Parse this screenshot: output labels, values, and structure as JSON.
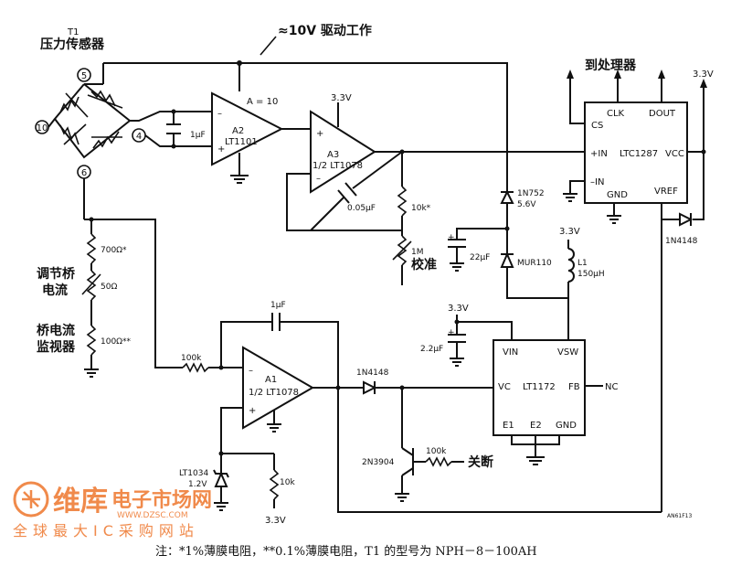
{
  "header": {
    "t1_ref": "T1",
    "t1_name": "压力传感器",
    "drive_label": "≈10V 驱动工作",
    "processor_label": "到处理器"
  },
  "bridge": {
    "nodes": [
      "5",
      "10",
      "4",
      "6"
    ]
  },
  "amplifiers": {
    "a2_gain": "A = 10",
    "a2_ref": "A2",
    "a2_part": "LT1101",
    "a3_ref": "A3",
    "a3_part": "1/2 LT1078",
    "a1_ref": "A1",
    "a1_part": "1/2 LT1078"
  },
  "adc": {
    "part": "LTC1287",
    "cs": "CS",
    "clk": "CLK",
    "dout": "DOUT",
    "in_plus": "+IN",
    "in_minus": "–IN",
    "gnd": "GND",
    "vcc": "VCC",
    "vref": "VREF"
  },
  "regulator": {
    "part": "LT1172",
    "vin": "VIN",
    "vsw": "VSW",
    "vc": "VC",
    "fb": "FB",
    "nc": "NC",
    "e1": "E1",
    "e2": "E2",
    "gnd": "GND"
  },
  "components": {
    "c_1uf_a": "1μF",
    "c_005uf": "0.05μF",
    "r_10k_star": "10k*",
    "r_1m": "1M",
    "calibrate": "校准",
    "d_1n752": "1N752",
    "d_1n752_v": "5.6V",
    "d_mur110": "MUR110",
    "c_22uf": "22μF",
    "l1_ref": "L1",
    "l1_val": "150μH",
    "d_1n4148_top": "1N4148",
    "r_700": "700Ω*",
    "r_50": "50Ω",
    "r_100": "100Ω**",
    "adjust_bridge": "调节桥",
    "adjust_bridge2": "电流",
    "monitor_bridge": "桥电流",
    "monitor_bridge2": "监视器",
    "c_1uf_b": "1μF",
    "r_100k_a": "100k",
    "c_22uf_b": "2.2μF",
    "d_1n4148_mid": "1N4148",
    "q_2n3904": "2N3904",
    "r_100k_b": "100k",
    "shutdown": "关断",
    "d_lt1034": "LT1034",
    "d_lt1034_v": "1.2V",
    "r_10k_b": "10k",
    "supply_33": "3.3V",
    "doc_code": "AN61F13"
  },
  "footnote": "注：*1%薄膜电阻，**0.1%薄膜电阻，T1 的型号为 NPH－8－100AH",
  "watermark": {
    "brand": "维库",
    "brand2": "电子市场网",
    "url": "WWW.DZSC.COM",
    "sub": "全球最大IC采购网站"
  },
  "colors": {
    "ink": "#111111",
    "watermark": "#f08a4b"
  }
}
